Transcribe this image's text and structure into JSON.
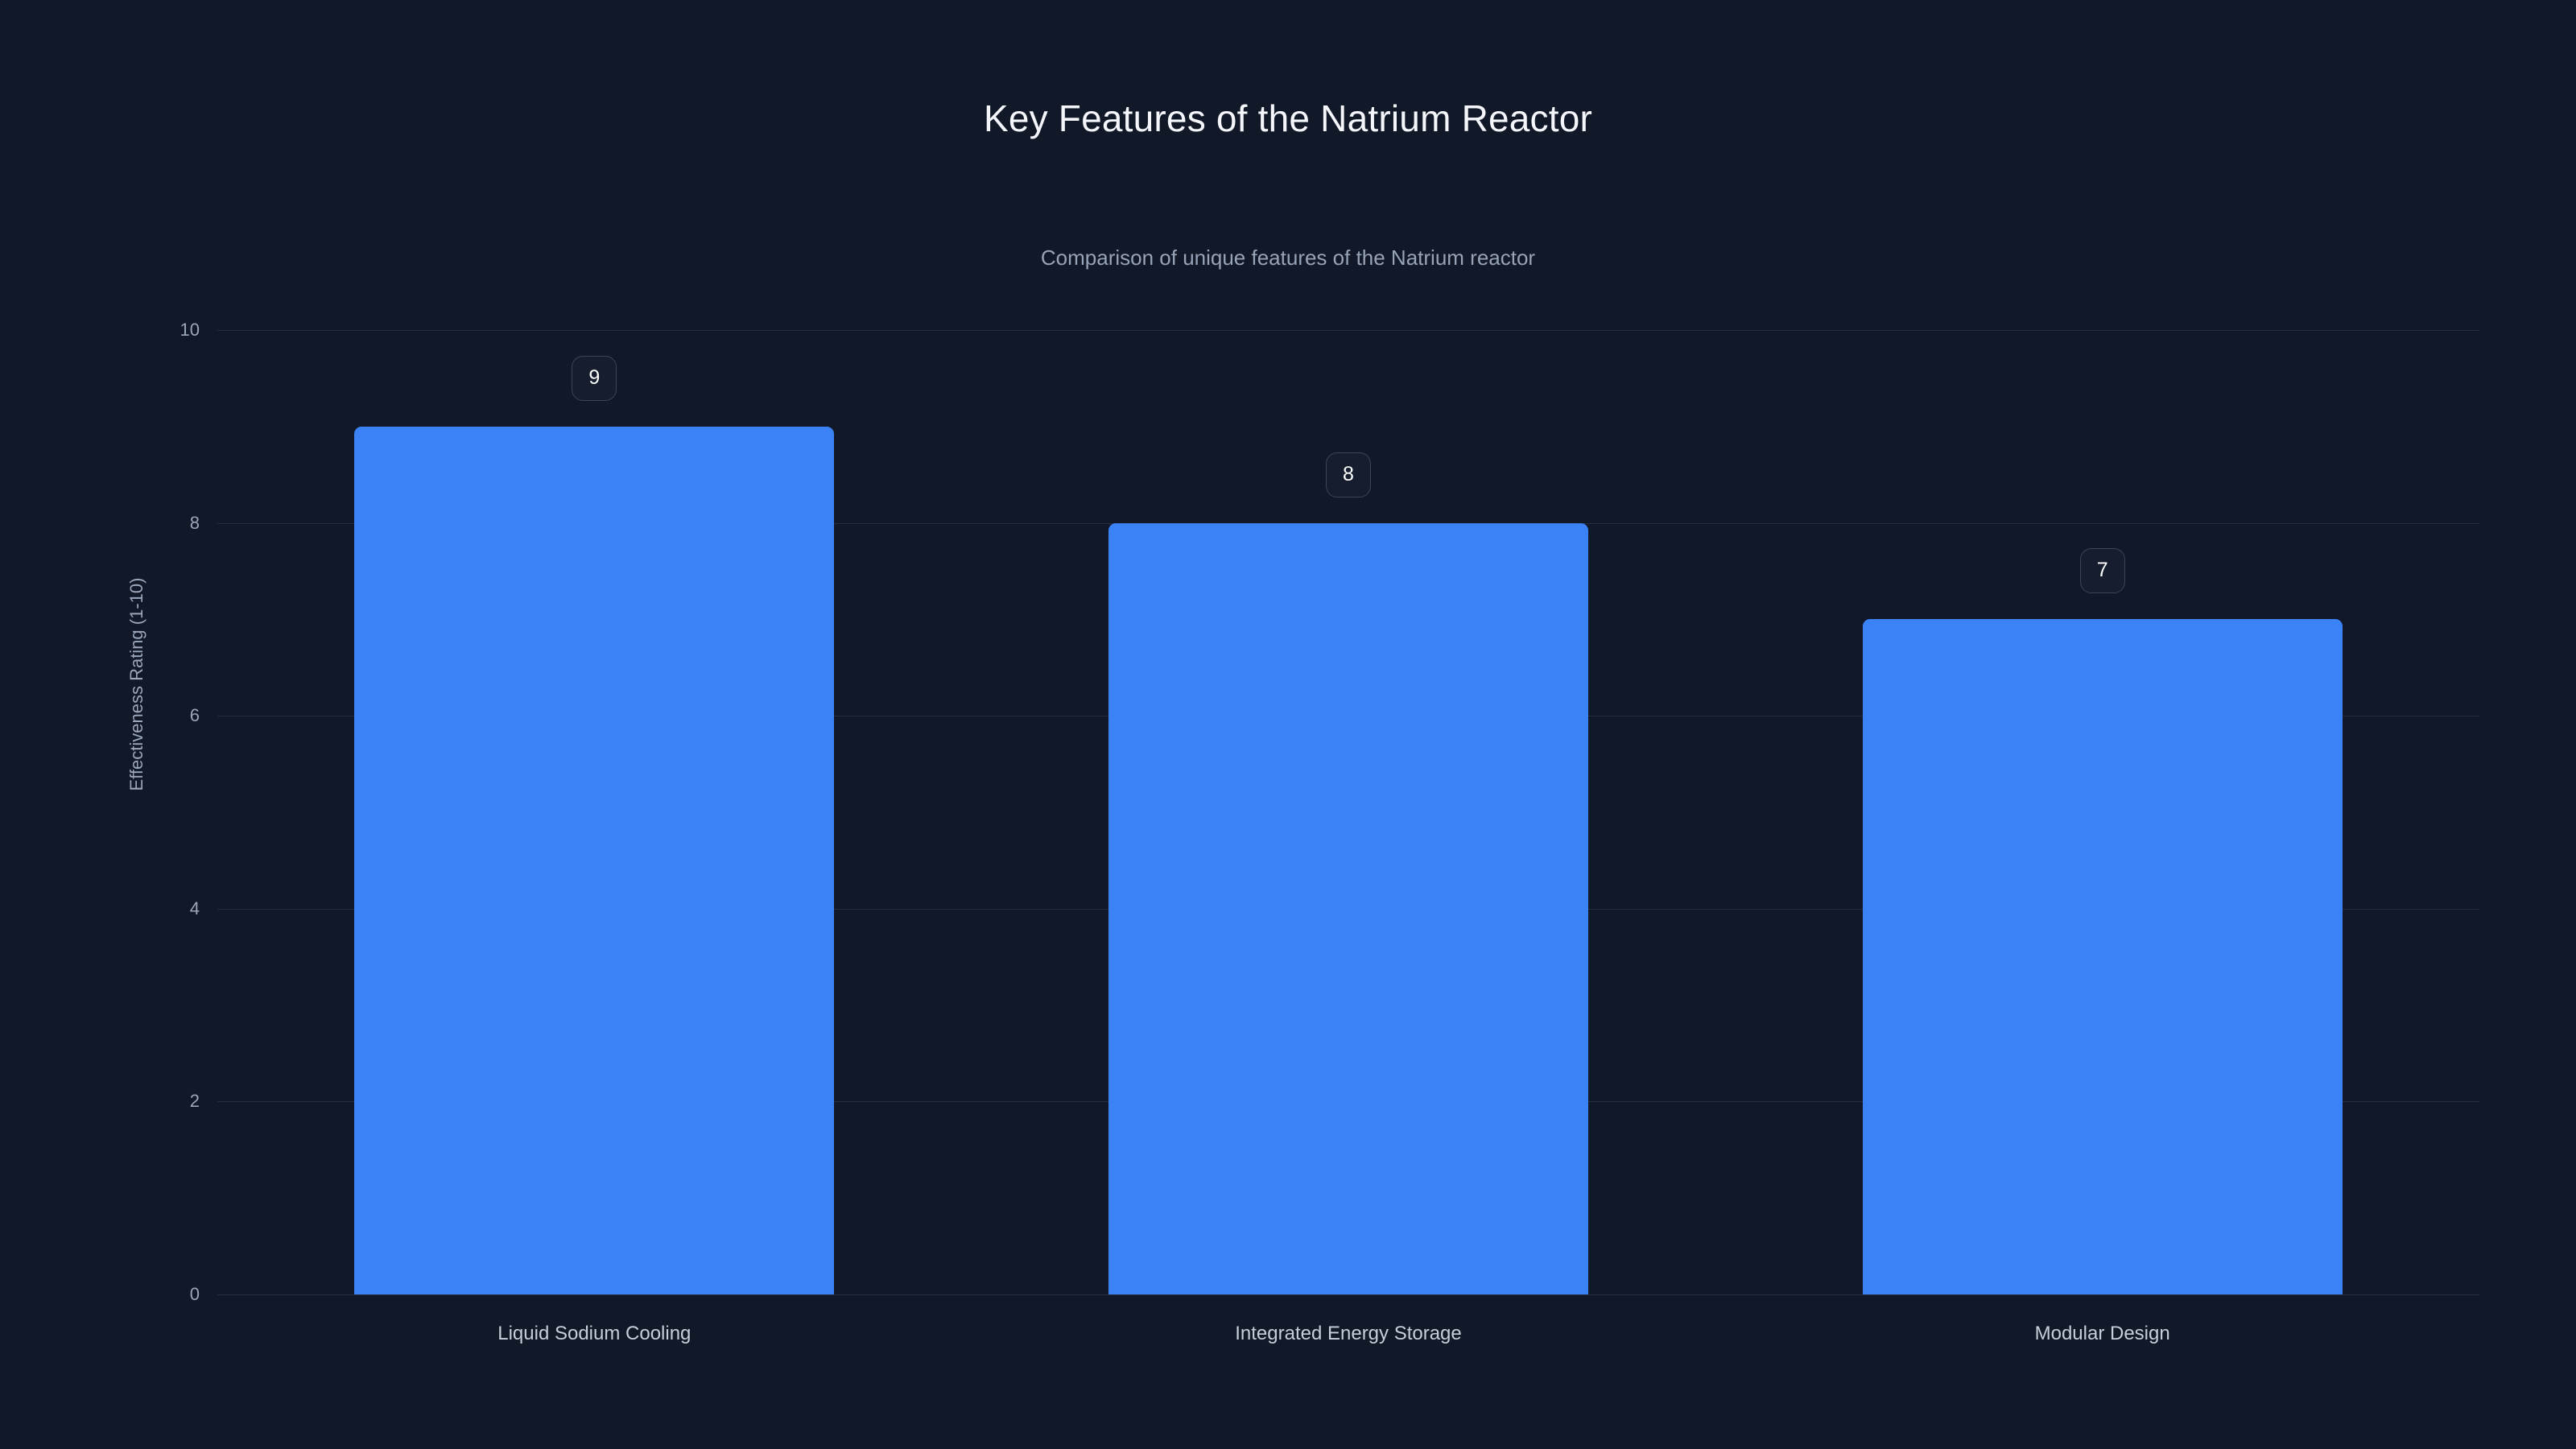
{
  "theme": {
    "background": "#111827",
    "bar_color": "#3b82f6",
    "gridline_color": "#262f41",
    "title_color": "#f4f6fb",
    "subtitle_color": "#97a3b6",
    "tick_color": "#9aa6ba",
    "badge_fill": "#151d2f",
    "badge_border": "#3a4556",
    "badge_text": "#ffffff",
    "category_label_color": "#c6cedc"
  },
  "chart_data": {
    "type": "bar",
    "title": "Key Features of the Natrium Reactor",
    "subtitle": "Comparison of unique features of the Natrium reactor",
    "xlabel": "",
    "ylabel": "Effectiveness Rating (1-10)",
    "categories": [
      "Liquid Sodium Cooling",
      "Integrated Energy Storage",
      "Modular Design"
    ],
    "values": [
      9,
      8,
      7
    ],
    "value_labels": [
      "9",
      "8",
      "7"
    ],
    "ylim": [
      0,
      10
    ],
    "yticks": [
      0,
      2,
      4,
      6,
      8,
      10
    ],
    "ytick_labels": [
      "0",
      "2",
      "4",
      "6",
      "8",
      "10"
    ],
    "grid": true,
    "legend": false,
    "legend_position": "none"
  }
}
